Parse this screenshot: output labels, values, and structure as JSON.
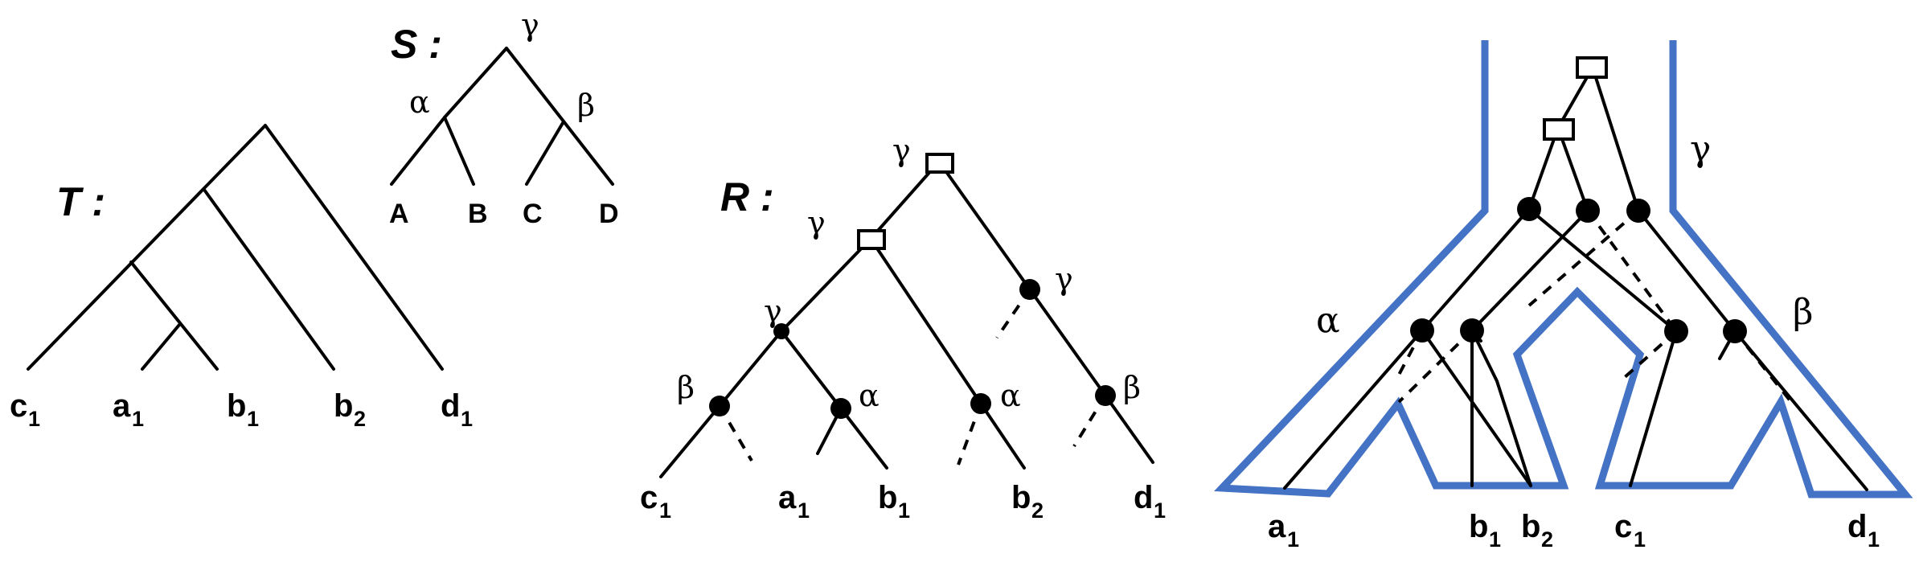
{
  "colors": {
    "tube": "#4472C4",
    "ink": "#000000",
    "background": "#ffffff"
  },
  "gene_tree_T": {
    "label": "T :",
    "leaves": [
      {
        "name": "c",
        "sub": "1"
      },
      {
        "name": "a",
        "sub": "1"
      },
      {
        "name": "b",
        "sub": "1"
      },
      {
        "name": "b",
        "sub": "2"
      },
      {
        "name": "d",
        "sub": "1"
      }
    ]
  },
  "species_tree_S": {
    "label": "S :",
    "root": "γ",
    "internal": [
      "α",
      "β"
    ],
    "leaves": [
      "A",
      "B",
      "C",
      "D"
    ]
  },
  "reconciliation_R": {
    "label": "R :",
    "node_labels": [
      "γ",
      "γ",
      "γ",
      "γ",
      "β",
      "α",
      "α",
      "β"
    ],
    "leaves": [
      {
        "name": "c",
        "sub": "1"
      },
      {
        "name": "a",
        "sub": "1"
      },
      {
        "name": "b",
        "sub": "1"
      },
      {
        "name": "b",
        "sub": "2"
      },
      {
        "name": "d",
        "sub": "1"
      }
    ]
  },
  "embedding": {
    "tube_labels": [
      "γ",
      "α",
      "β"
    ],
    "leaves": [
      {
        "name": "a",
        "sub": "1"
      },
      {
        "name": "b",
        "sub": "1"
      },
      {
        "name": "b",
        "sub": "2"
      },
      {
        "name": "c",
        "sub": "1"
      },
      {
        "name": "d",
        "sub": "1"
      }
    ]
  }
}
